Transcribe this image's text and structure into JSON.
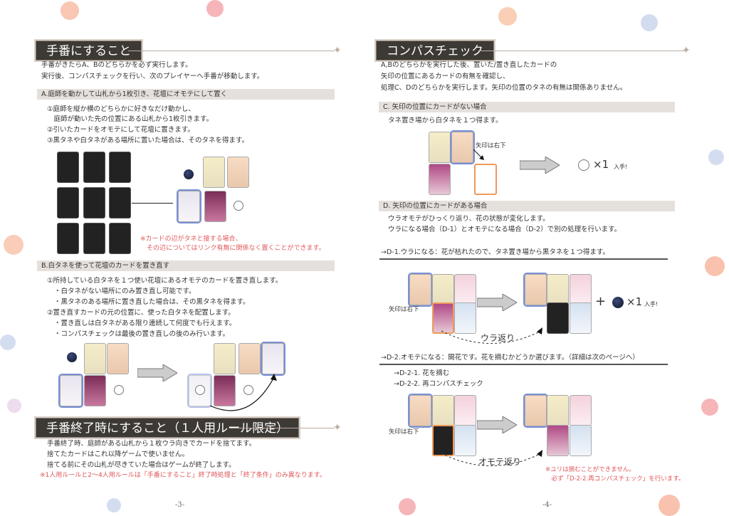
{
  "left": {
    "title1": "手番にすること",
    "intro": [
      "手番がきたらA、Bのどちらかを必ず実行します。",
      "実行後、コンパスチェックを行い、次のプレイヤーへ手番が移動します。"
    ],
    "secA": "A.庭師を動かして山札から1枚引き、花壇にオモテにして置く",
    "secA_items": [
      "①庭師を縦か横のどちらかに好きなだけ動かし、",
      "　庭師が動いた先の位置にある山札から1枚引きます。",
      "②引いたカードをオモテにして花壇に置きます。",
      "③黒タネや白タネがある場所に置いた場合は、そのタネを得ます。"
    ],
    "noteA": [
      "※カードの辺がタネと接する場合、",
      "　その辺についてはリンク有無に関係なく置くことができます。"
    ],
    "secB": "B.白タネを使って花壇のカードを置き直す",
    "secB_items": [
      "①所持している白タネを１つ使い花壇にあるオモテのカードを置き直します。",
      "・白タネがない場所にのみ置き直し可能です。",
      "・黒タネのある場所に置き直した場合は、その黒タネを得ます。",
      "②置き直すカードの元の位置に、使った白タネを配置します。",
      "・置き直しは白タネがある限り連続して何度でも行えます。",
      "・コンパスチェックは最後の置き直しの後のみ行います。"
    ],
    "title2": "手番終了時にすること（１人用ルール限定）",
    "end_items": [
      "手番終了時、庭師がある山札から１枚ウラ向きでカードを捨てます。",
      "捨てたカードはこれ以降ゲームで使いません。",
      "捨てる前にその山札が尽きていた場合はゲームが終了します。"
    ],
    "end_note": "※1人用ルールと2〜4人用ルールは「手番にすること」終了時処理と「終了条件」のみ異なります。",
    "page": "-3-"
  },
  "right": {
    "title": "コンパスチェック",
    "intro": [
      "A,Bのどちらかを実行した後、置いた/置き直したカードの",
      "矢印の位置にあるカードの有無を確認し、",
      "処理C、Dのどちらかを実行します。矢印の位置のタネの有無は関係ありません。"
    ],
    "secC": "C. 矢印の位置にカードがない場合",
    "secC_text": "タネ置き場から白タネを１つ得ます。",
    "arrow_label": "矢印は右下",
    "times_one": "×1",
    "gain": "入手!",
    "secD": "D. 矢印の位置にカードがある場合",
    "secD_text": [
      "ウラオモテがひっくり返り、花の状態が変化します。",
      "ウラになる場合（D-1）とオモテになる場合（D-2）で別の処理を行います。"
    ],
    "d1": "→D-1.ウラになる：花が枯れたので、タネ置き場から黒タネを１つ得ます。",
    "d1_flip": "ウラ返り",
    "plus": "+",
    "d2": "→D-2.オモテになる：開花です。花を摘むかどうか選びます。（詳細は次のページへ）",
    "d2_items": [
      "→D-2-1. 花を摘む",
      "→D-2-2. 再コンパスチェック"
    ],
    "d2_flip": "オモテ返り",
    "d2_note": [
      "※ユリは摘むことができません。",
      "　必ず「D-2-2.再コンパスチェック」を行います。"
    ],
    "page": "-4-"
  },
  "colors": {
    "banner": "#3d3935",
    "note": "#e0575a",
    "section_bg": "#e6e0dc",
    "highlight": "#7a8fd6",
    "target": "#ef9a5a"
  }
}
